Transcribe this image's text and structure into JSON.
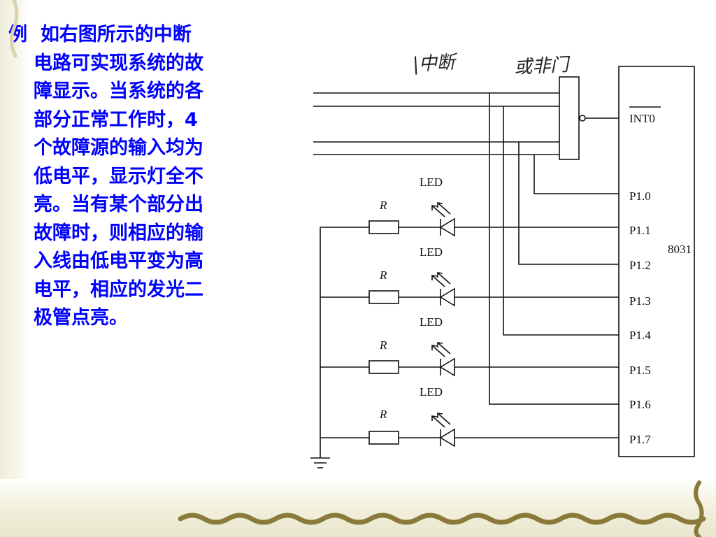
{
  "text": {
    "lead_label": "例",
    "lines": [
      "如右图所示的中断",
      "电路可实现系统的故",
      "障显示。当系统的各",
      "部分正常工作时，4",
      "个故障源的输入均为",
      "低电平，显示灯全不",
      "亮。当有某个部分出",
      "故障时，则相应的输",
      "入线由低电平变为高",
      "电平，相应的发光二",
      "极管点亮。"
    ]
  },
  "diagram": {
    "handwriting_left": "|中断",
    "handwriting_right": "或非门",
    "chip_label": "8031",
    "int_pin": "INT0",
    "pins": [
      "P1.0",
      "P1.1",
      "P1.2",
      "P1.3",
      "P1.4",
      "P1.5",
      "P1.6",
      "P1.7"
    ],
    "led_label": "LED",
    "resistor_label": "R"
  },
  "colors": {
    "text": "#0000ff",
    "wire": "#111111",
    "decor": "#8a7a3a"
  }
}
